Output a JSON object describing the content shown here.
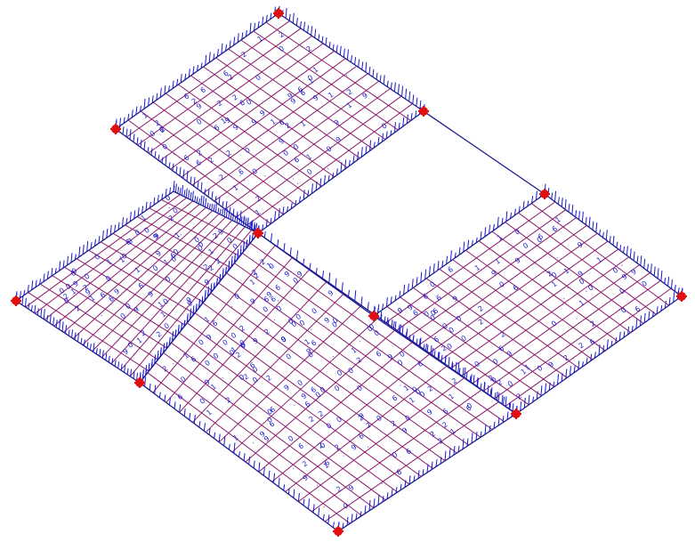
{
  "colors": {
    "mesh": "#8b1a6b",
    "edge": "#1a1a8b",
    "annotation": "#1a1acc",
    "support": "#e01010",
    "background": "#ffffff"
  },
  "icons": {
    "support": "support-node-icon"
  },
  "model": {
    "panels": [
      {
        "id": "panel-top",
        "label": ""
      },
      {
        "id": "panel-left",
        "label": ""
      },
      {
        "id": "panel-right",
        "label": ""
      },
      {
        "id": "panel-bottom",
        "label": ""
      }
    ]
  }
}
